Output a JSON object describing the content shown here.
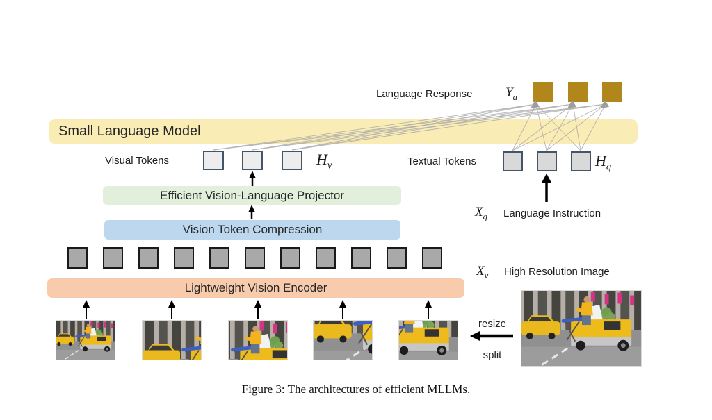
{
  "figure": {
    "caption": "Figure 3: The architectures of efficient MLLMs."
  },
  "blocks": {
    "small_language_model": "Small Language Model",
    "projector": "Efficient Vision-Language Projector",
    "compression": "Vision Token Compression",
    "encoder": "Lightweight Vision Encoder"
  },
  "labels": {
    "language_response": "Language Response",
    "visual_tokens": "Visual Tokens",
    "textual_tokens": "Textual Tokens",
    "language_instruction": "Language Instruction",
    "high_resolution_image": "High Resolution Image",
    "resize": "resize",
    "split": "split"
  },
  "math": {
    "ya_base": "Y",
    "ya_sub": "a",
    "hv_base": "H",
    "hv_sub": "v",
    "hq_base": "H",
    "hq_sub": "q",
    "xq_base": "X",
    "xq_sub": "q",
    "xv_base": "X",
    "xv_sub": "v"
  },
  "counts": {
    "response_tokens": 3,
    "visual_tokens": 3,
    "textual_tokens": 3,
    "vision_patch_tokens": 11,
    "image_patches": 5
  },
  "colors": {
    "slm_bar": "#FAECB5",
    "projector_bar": "#E2EFDA",
    "compression_bar": "#BDD7EE",
    "encoder_bar": "#F8CBAD",
    "response_token": "#B1871B",
    "visual_token_fill": "#EDEDED",
    "textual_token_fill": "#D9D9D9",
    "token_border": "#44546A",
    "vision_patch_token_fill": "#A9A9A9",
    "attention_line": "#A8A8A8",
    "arrow": "#000000"
  }
}
